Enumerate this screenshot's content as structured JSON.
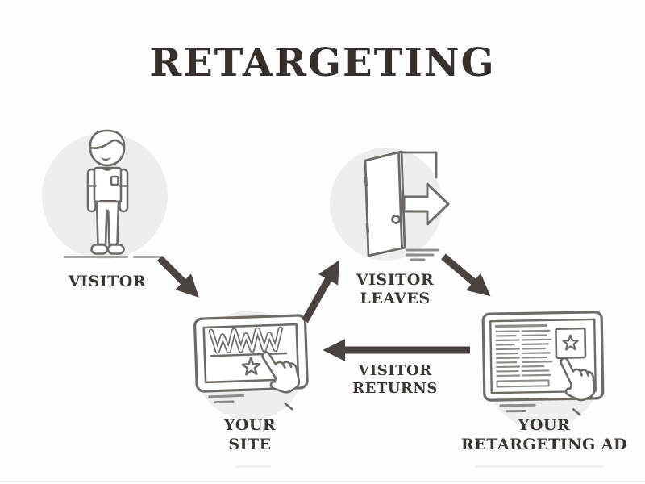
{
  "title": "RETARGETING",
  "colors": {
    "background": "#fdfdfc",
    "title_text": "#35302b",
    "label_text": "#3c3631",
    "arrow": "#4a4440",
    "node_circle_fill": "#efeeed",
    "icon_stroke": "#6e6a66"
  },
  "nodes": {
    "visitor": {
      "label": "VISITOR",
      "icon": "person-icon"
    },
    "your_site": {
      "line1": "YOUR",
      "line2": "SITE",
      "icon": "www-browser-tablet-icon"
    },
    "visitor_leaves": {
      "line1": "VISITOR",
      "line2": "LEAVES",
      "icon": "open-door-exit-icon"
    },
    "your_retargeting_ad": {
      "line1": "YOUR",
      "line2": "RETARGETING AD",
      "icon": "retargeting-ad-screen-icon"
    }
  },
  "flow": {
    "visitor_to_site": {
      "from": "visitor",
      "to": "your_site"
    },
    "site_to_leaves": {
      "from": "your_site",
      "to": "visitor_leaves"
    },
    "leaves_to_ad": {
      "from": "visitor_leaves",
      "to": "your_retargeting_ad"
    },
    "ad_to_site": {
      "from": "your_retargeting_ad",
      "to": "your_site",
      "line1": "VISITOR",
      "line2": "RETURNS"
    }
  }
}
